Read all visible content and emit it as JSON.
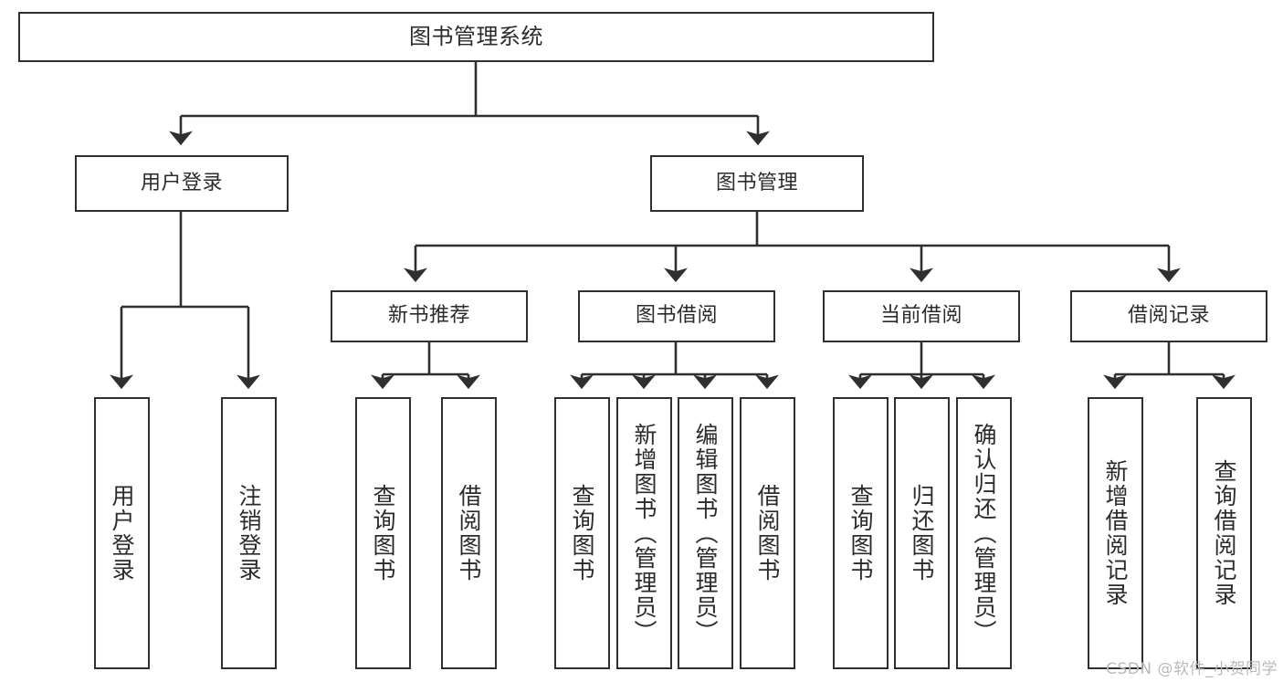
{
  "diagram": {
    "type": "tree-hierarchy",
    "title": "图书管理系统",
    "orientation": "top-down",
    "colors": {
      "box_border": "#2f2f2f",
      "box_fill": "#ffffff",
      "connector": "#2f2f2f",
      "text": "#2b2b2b",
      "watermark": "#b9b9b9"
    },
    "root": {
      "label": "图书管理系统"
    },
    "level1": [
      {
        "label": "用户登录"
      },
      {
        "label": "图书管理"
      }
    ],
    "level2": [
      {
        "label": "新书推荐",
        "parent": "图书管理"
      },
      {
        "label": "图书借阅",
        "parent": "图书管理"
      },
      {
        "label": "当前借阅",
        "parent": "图书管理"
      },
      {
        "label": "借阅记录",
        "parent": "图书管理"
      }
    ],
    "leaves": [
      {
        "label": "用户登录",
        "parent": "用户登录"
      },
      {
        "label": "注销登录",
        "parent": "用户登录"
      },
      {
        "label": "查询图书",
        "parent": "新书推荐"
      },
      {
        "label": "借阅图书",
        "parent": "新书推荐"
      },
      {
        "label": "查询图书",
        "parent": "图书借阅"
      },
      {
        "label": "新增图书（管理员）",
        "parent": "图书借阅"
      },
      {
        "label": "编辑图书（管理员）",
        "parent": "图书借阅"
      },
      {
        "label": "借阅图书",
        "parent": "图书借阅"
      },
      {
        "label": "查询图书",
        "parent": "当前借阅"
      },
      {
        "label": "归还图书",
        "parent": "当前借阅"
      },
      {
        "label": "确认归还（管理员）",
        "parent": "当前借阅"
      },
      {
        "label": "新增借阅记录",
        "parent": "借阅记录"
      },
      {
        "label": "查询借阅记录",
        "parent": "借阅记录"
      }
    ]
  },
  "watermark": {
    "text": "CSDN @软件_小贺同学"
  }
}
